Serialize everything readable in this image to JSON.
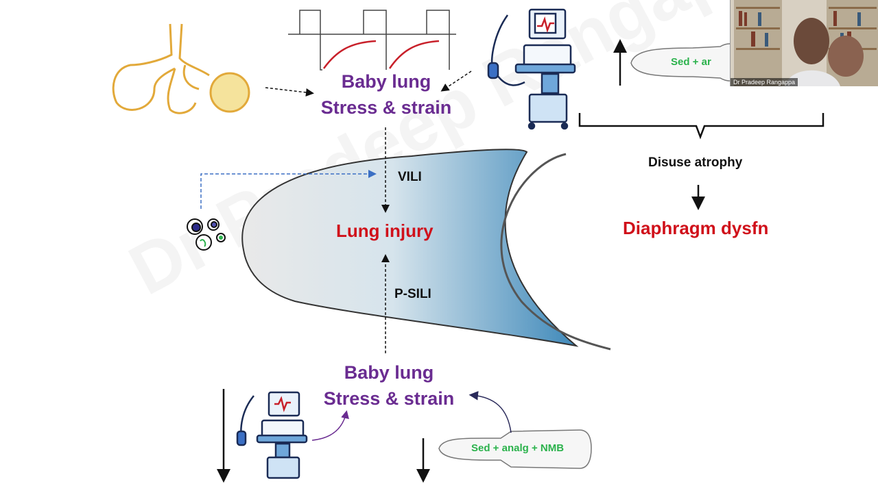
{
  "top_label": {
    "line1": "Baby lung",
    "line2": "Stress & strain"
  },
  "bottom_label": {
    "line1": "Baby lung",
    "line2": "Stress & strain"
  },
  "vili": "VILI",
  "psili": "P-SILI",
  "lung_injury": "Lung injury",
  "disuse_atrophy": "Disuse atrophy",
  "diaphragm_dysfn": "Diaphragm dysfn",
  "syringe_top": "Sed + ar",
  "syringe_bottom": "Sed + analg + NMB",
  "watermark": "Dr Pradeep Rangappa",
  "webcam": {
    "name": "Dr Pradeep Rangappa"
  },
  "colors": {
    "purple": "#6a2c91",
    "red": "#d0101a",
    "green": "#2bb24c",
    "orange": "#e2a93a",
    "blue": "#3b7cc4"
  }
}
